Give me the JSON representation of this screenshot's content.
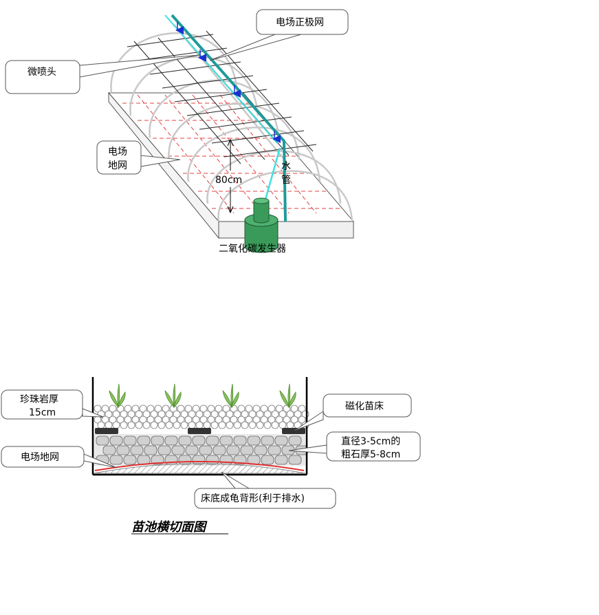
{
  "greenhouse": {
    "labels": {
      "positive_net": "电场正极网",
      "micro_sprinkler": "微喷头",
      "ground_net_line1": "电场",
      "ground_net_line2": "地网",
      "height": "80cm",
      "water_pipe_line1": "水",
      "water_pipe_line2": "管",
      "co2_generator": "二氧化碳发生器"
    },
    "colors": {
      "frame": "#c8c8c8",
      "pipe": "#1f9a9a",
      "mist": "#3fe0e0",
      "ground_grid": "#e04040",
      "generator": "#3a9a5a",
      "arrow": "#1a2fd0"
    }
  },
  "cross_section": {
    "labels": {
      "perlite": "珍珠岩厚",
      "perlite_thickness": "15cm",
      "magnetic_bed": "磁化苗床",
      "ground_net": "电场地网",
      "gravel_line1": "直径3-5cm的",
      "gravel_line2": "粗石厚5-8cm",
      "bed_bottom": "床底成龟背形(利于排水)"
    },
    "title": "苗池横切面图",
    "colors": {
      "wire": "#e03030",
      "stone": "#d0d0d0",
      "magnet": "#333333",
      "plant": "#4a8a2a"
    }
  }
}
